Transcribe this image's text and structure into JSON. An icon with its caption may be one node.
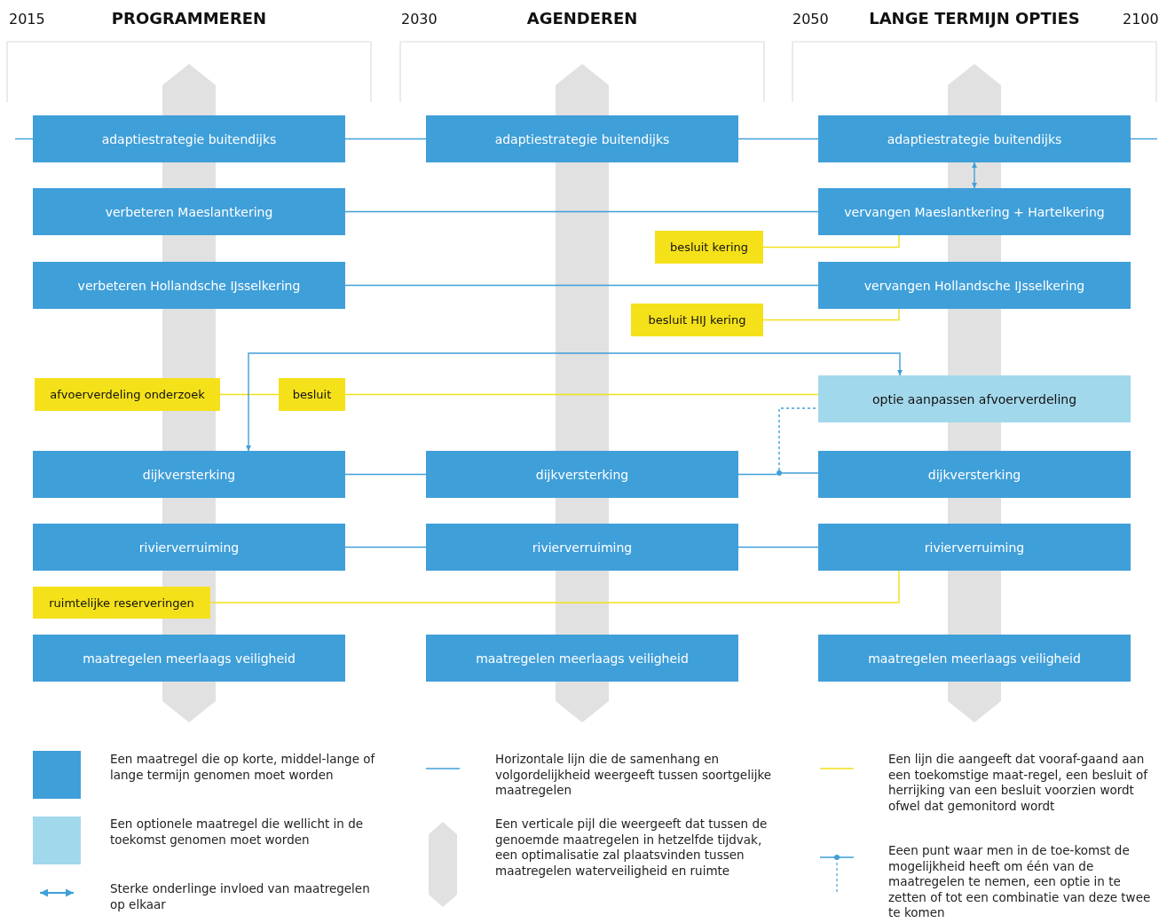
{
  "diagram": {
    "nodes": [
      {
        "text": [
          "adaptiestrategie buitendijks"
        ]
      },
      {
        "text": [
          "adaptiestrategie buitendijks"
        ]
      },
      {
        "text": [
          "adaptiestrategie buitendijks"
        ]
      },
      {
        "text": [
          "verbeteren Maeslantkering"
        ]
      },
      {
        "text": [
          "vervangen Maeslantkering + Hartelkering"
        ]
      },
      {
        "text": [
          "besluit kering"
        ]
      },
      {
        "text": [
          "verbeteren Hollandsche IJsselkering"
        ]
      },
      {
        "text": [
          "vervangen Hollandsche IJsselkering"
        ]
      },
      {
        "text": [
          "besluit HIJ kering"
        ]
      },
      {
        "text": [
          "afvoerverdeling onderzoek"
        ]
      },
      {
        "text": [
          "besluit"
        ]
      },
      {
        "text": [
          "optie aanpassen afvoerverdeling"
        ]
      },
      {
        "text": [
          "dijkversterking"
        ]
      },
      {
        "text": [
          "dijkversterking"
        ]
      },
      {
        "text": [
          "dijkversterking"
        ]
      },
      {
        "text": [
          "rivierverruiming"
        ]
      },
      {
        "text": [
          "rivierverruiming"
        ]
      },
      {
        "text": [
          "rivierverruiming"
        ]
      },
      {
        "text": [
          "ruimtelijke reserveringen"
        ]
      },
      {
        "text": [
          "maatregelen meerlaags veiligheid"
        ]
      },
      {
        "text": [
          "maatregelen meerlaags veiligheid"
        ]
      },
      {
        "text": [
          "maatregelen meerlaags veiligheid"
        ]
      },
      {
        "text": [],
        "shape": "circle"
      }
    ],
    "edges": [
      {
        "from": null,
        "to": 0,
        "arrow": "none"
      },
      {
        "from": 0,
        "to": 1,
        "arrow": "none"
      },
      {
        "from": 1,
        "to": 2,
        "arrow": "none"
      },
      {
        "from": 2,
        "to": null,
        "arrow": "none"
      },
      {
        "from": 2,
        "to": 4,
        "arrow": "both"
      },
      {
        "from": 3,
        "to": 4,
        "arrow": "none"
      },
      {
        "from": 4,
        "to": 5,
        "arrow": "none",
        "color": "#f2e01b"
      },
      {
        "from": 6,
        "to": 7,
        "arrow": "none"
      },
      {
        "from": 7,
        "to": 8,
        "arrow": "none",
        "color": "#f2e01b"
      },
      {
        "from": 9,
        "to": 10,
        "arrow": "none",
        "color": "#f2e01b"
      },
      {
        "from": 10,
        "to": 11,
        "arrow": "none",
        "color": "#f2e01b"
      },
      {
        "from": 11,
        "to": 12,
        "arrow": "both"
      },
      {
        "from": 12,
        "to": 13,
        "arrow": "none"
      },
      {
        "from": 13,
        "to": 22,
        "arrow": "none"
      },
      {
        "from": 22,
        "to": 14,
        "arrow": "none"
      },
      {
        "from": 22,
        "to": 11,
        "arrow": "none",
        "style": "dashed"
      },
      {
        "from": 15,
        "to": 16,
        "arrow": "none"
      },
      {
        "from": 16,
        "to": 17,
        "arrow": "none"
      },
      {
        "from": 17,
        "to": 18,
        "arrow": "none",
        "color": "#f2e01b"
      }
    ],
    "labels": [
      "2015",
      "PROGRAMMEREN",
      "2030",
      "AGENDEREN",
      "2050",
      "LANGE TERMIJN OPTIES",
      "2100"
    ],
    "legend": [
      {
        "text": "Een maatregel die op korte, middel-lange of lange termijn genomen moet worden",
        "color": "#3f9fd9"
      },
      {
        "text": "Een optionele maatregel die wellicht in de toekomst genomen moet worden",
        "color": "#a2d8ec"
      },
      {
        "text": "Sterke onderlinge invloed van maatregelen op elkaar"
      },
      {
        "text": "Horizontale lijn die de samenhang en volgordelijkheid weergeeft tussen soortgelijke maatregelen"
      },
      {
        "text": "Een verticale pijl die weergeeft dat tussen de genoemde maatregelen in hetzelfde tijdvak, een optimalisatie zal plaatsvinden tussen maatregelen waterveiligheid en ruimte"
      },
      {
        "text": "Een lijn die aangeeft dat vooraf-gaand aan een toekomstige maat-regel, een besluit of herrijking van een besluit voorzien wordt ofwel dat gemonitord wordt"
      },
      {
        "text": "Eeen punt waar men in de toe-komst de mogelijkheid heeft om één van de maatregelen te nemen, een optie in te zetten of tot een combinatie van deze twee te komen"
      }
    ]
  }
}
